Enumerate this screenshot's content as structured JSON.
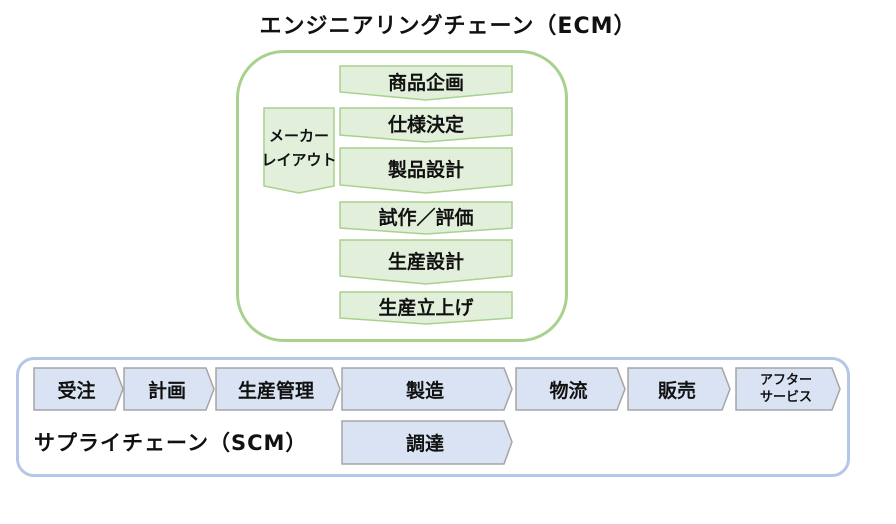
{
  "ecm": {
    "title": "エンジニアリングチェーン（ECM）",
    "maker_layout_line1": "メーカー",
    "maker_layout_line2": "レイアウト",
    "steps": [
      "商品企画",
      "仕様決定",
      "製品設計",
      "試作／評価",
      "生産設計",
      "生産立上げ"
    ]
  },
  "scm": {
    "title": "サプライチェーン（SCM）",
    "steps": [
      "受注",
      "計画",
      "生産管理",
      "製造",
      "物流",
      "販売"
    ],
    "after_service_line1": "アフター",
    "after_service_line2": "サービス",
    "procurement": "調達"
  },
  "colors": {
    "ecm_fill": "#e2efda",
    "ecm_stroke": "#a9d18e",
    "scm_fill": "#dae3f3",
    "scm_stroke": "#a5a5a5",
    "scm_border": "#b4c7e7"
  }
}
